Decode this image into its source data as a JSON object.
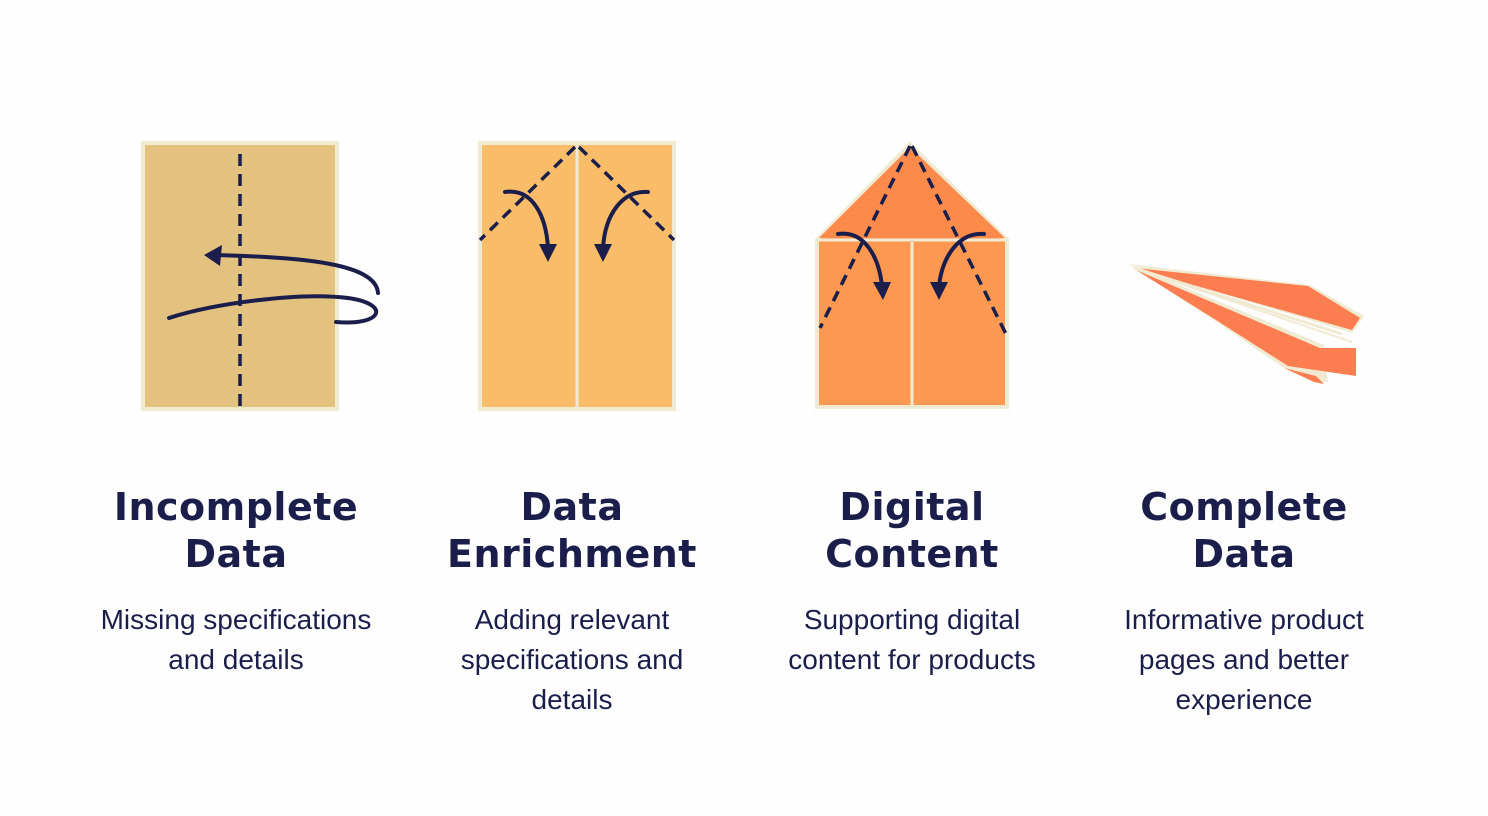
{
  "steps": [
    {
      "title_line1": "Incomplete",
      "title_line2": "Data",
      "description": "Missing specifications and details",
      "icon": "paper-fold-vertical-icon"
    },
    {
      "title_line1": "Data",
      "title_line2": "Enrichment",
      "description": "Adding relevant specifications and details",
      "icon": "paper-fold-corners-icon"
    },
    {
      "title_line1": "Digital",
      "title_line2": "Content",
      "description": "Supporting digital content for products",
      "icon": "paper-fold-point-icon"
    },
    {
      "title_line1": "Complete",
      "title_line2": "Data",
      "description": "Informative product pages and better experience",
      "icon": "paper-plane-icon"
    }
  ],
  "colors": {
    "ink": "#1b1e4b",
    "paper_step1": "#e3c27f",
    "paper_step2": "#f9bd6a",
    "paper_step3": "#fd9850",
    "paper_step4": "#fc7d4f",
    "paper_edge": "#f1ead3"
  }
}
